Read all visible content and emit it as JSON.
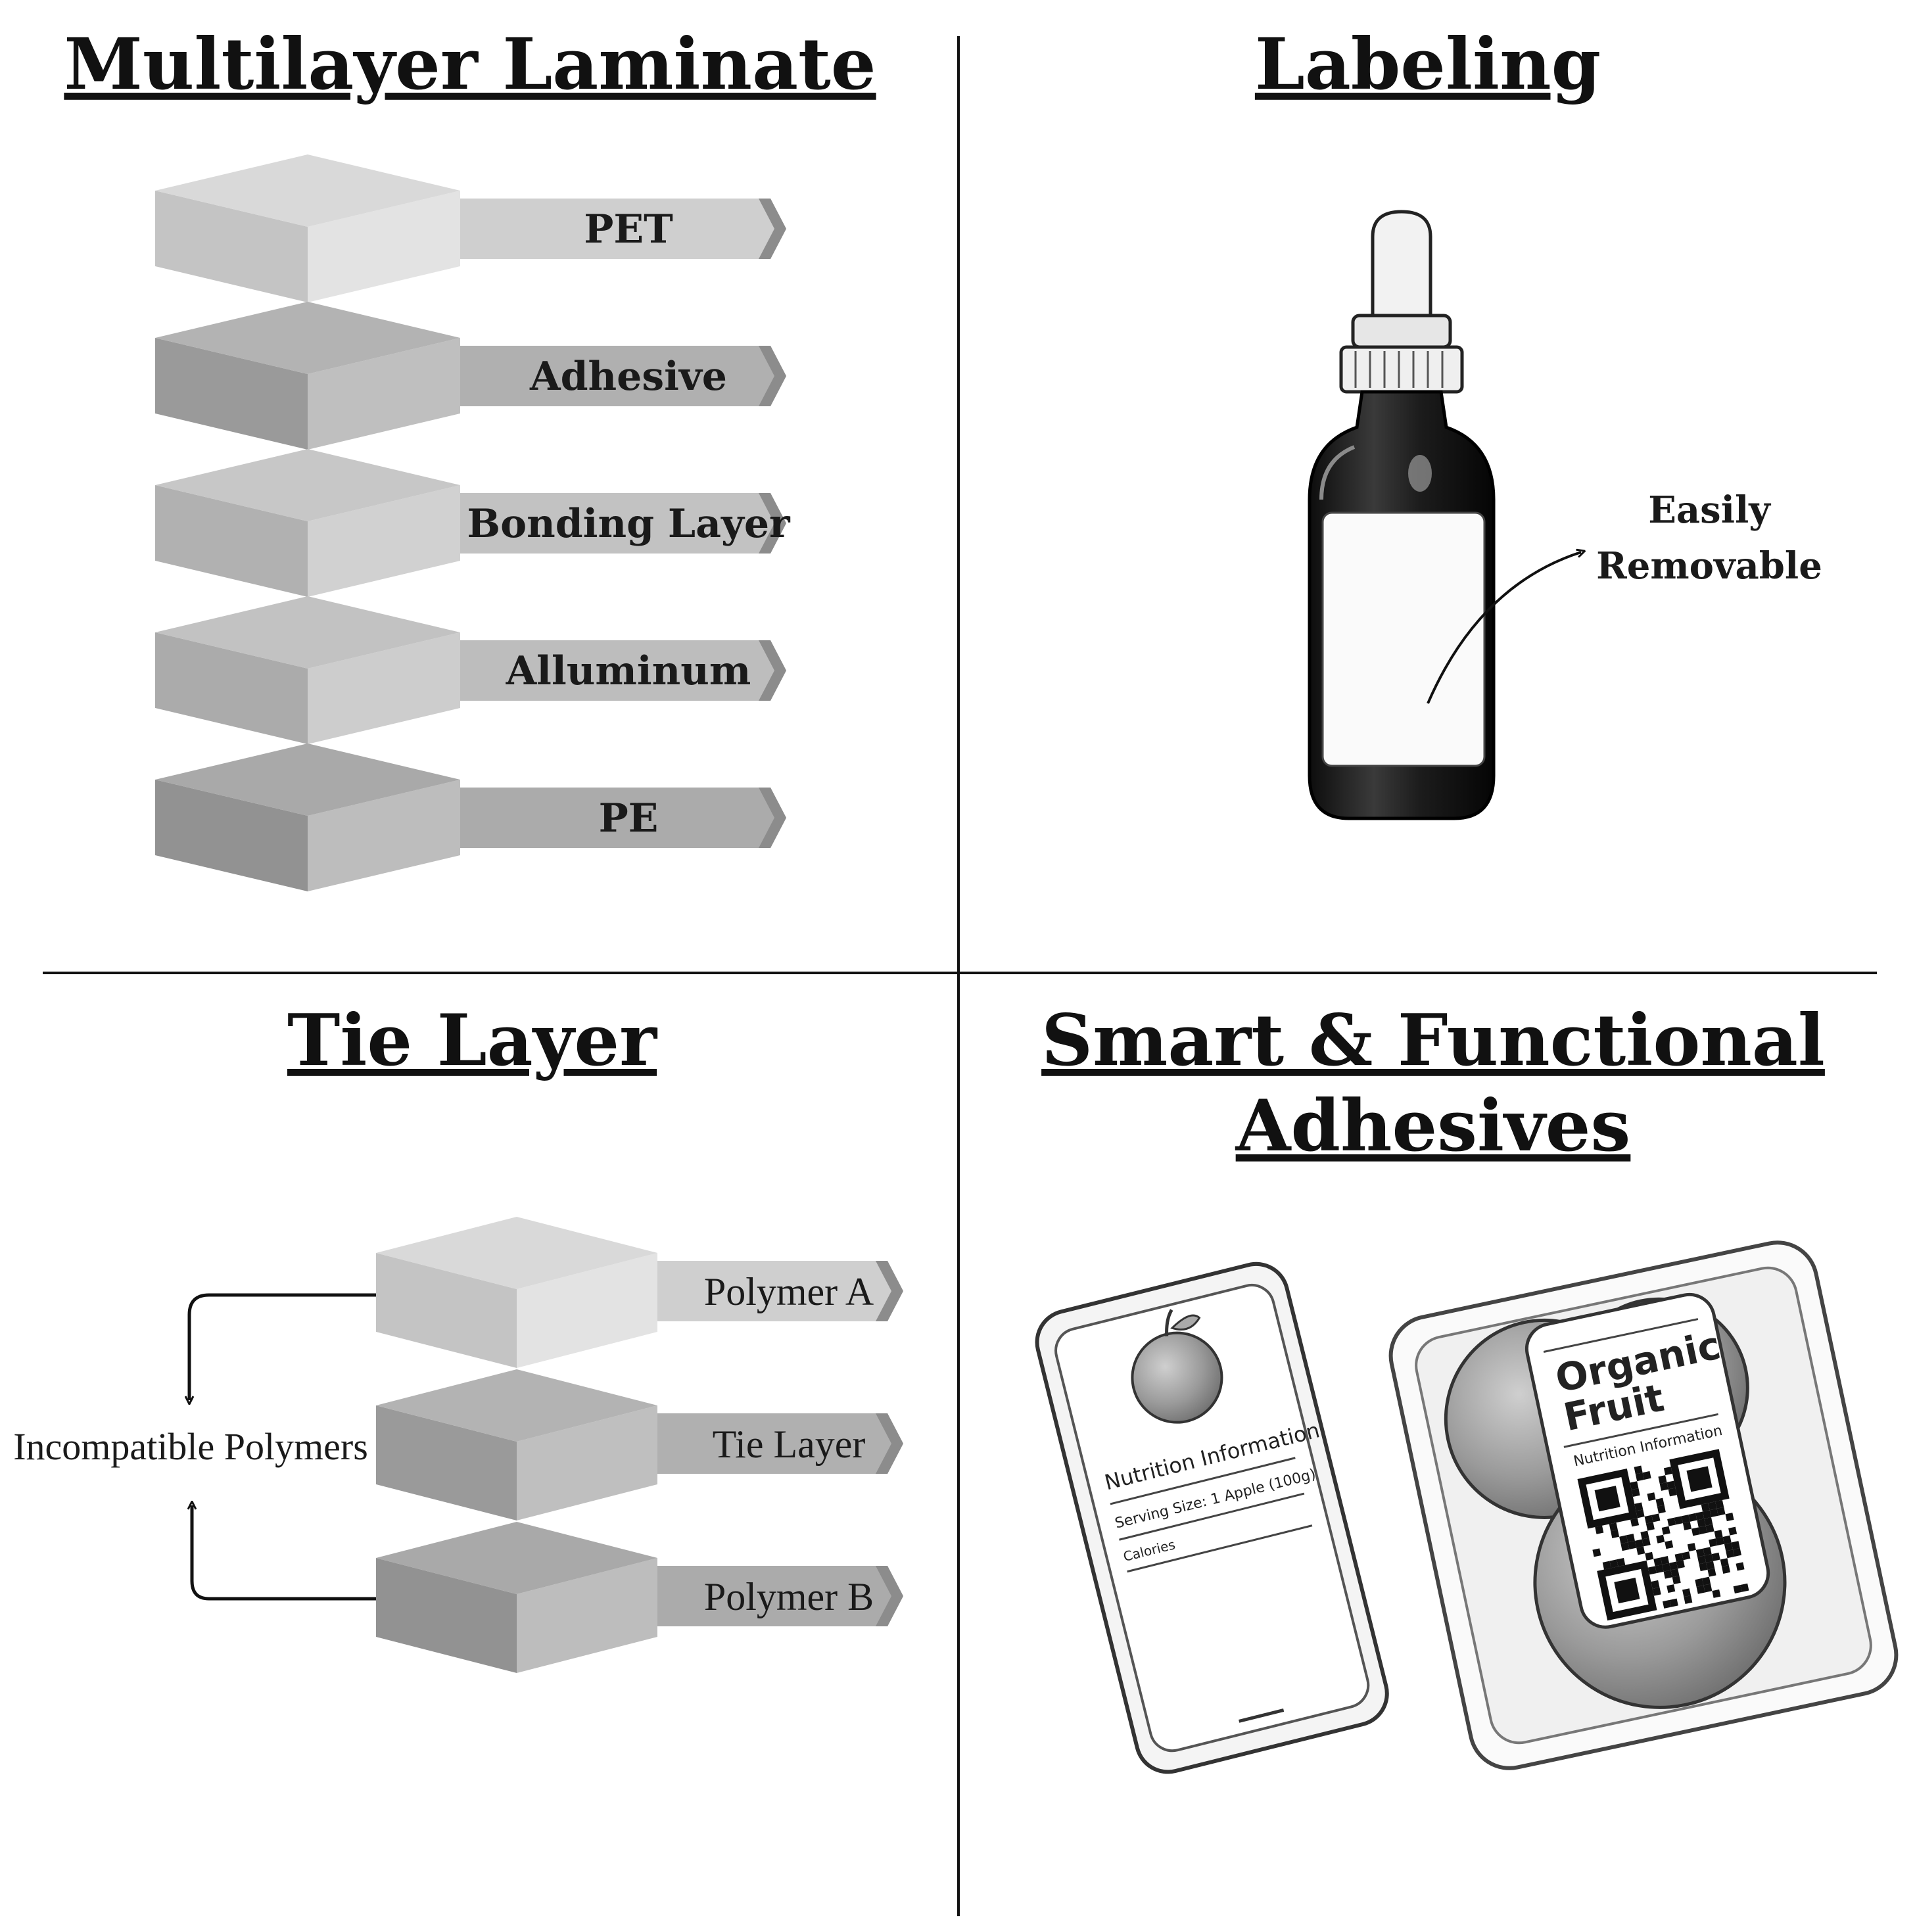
{
  "quadrants": {
    "multilayer": {
      "title": "Multilayer Laminate",
      "layers": [
        "PET",
        "Adhesive",
        "Bonding Layer",
        "Alluminum",
        "PE"
      ]
    },
    "labeling": {
      "title": "Labeling",
      "annotation_line1": "Easily",
      "annotation_line2": "Removable"
    },
    "tie_layer": {
      "title": "Tie Layer",
      "layers": [
        "Polymer A",
        "Tie Layer",
        "Polymer B"
      ],
      "side_label": "Incompatible Polymers"
    },
    "smart": {
      "title_line1": "Smart & Functional",
      "title_line2": "Adhesives",
      "phone_heading": "Nutrition Information",
      "phone_serving": "Serving Size: 1 Apple (100g)",
      "phone_calories": "Calories",
      "tray_label_line1": "Organic",
      "tray_label_line2": "Fruit",
      "tray_label_sub": "Nutrition Information"
    }
  }
}
